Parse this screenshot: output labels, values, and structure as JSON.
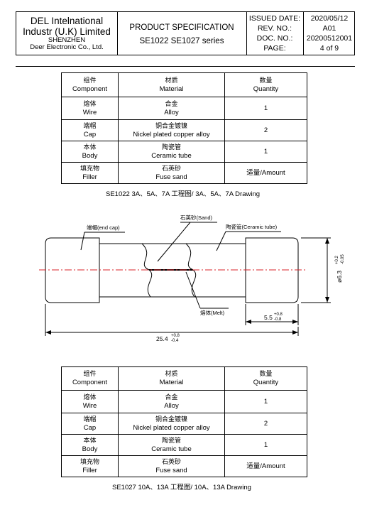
{
  "header": {
    "company_line1": "DEL Intelnational",
    "company_line2": "Industr (U.K) Limited",
    "company_city": "SHENZHEN",
    "company_sub": "Deer Electronic Co., Ltd.",
    "title": "PRODUCT SPECIFICATION",
    "series": "SE1022 SE1027 series",
    "labels": [
      "ISSUED DATE:",
      "REV. NO.:",
      "DOC. NO.:",
      "PAGE:"
    ],
    "values": [
      "2020/05/12",
      "A01",
      "20200512001",
      "4 of 9"
    ]
  },
  "table1": {
    "head": [
      {
        "cn": "组件",
        "en": "Component"
      },
      {
        "cn": "材质",
        "en": "Material"
      },
      {
        "cn": "数量",
        "en": "Quantity"
      }
    ],
    "rows": [
      {
        "comp_cn": "熔体",
        "comp_en": "Wire",
        "mat_cn": "合金",
        "mat_en": "Alloy",
        "qty": "1"
      },
      {
        "comp_cn": "端帽",
        "comp_en": "Cap",
        "mat_cn": "铜合金镀镍",
        "mat_en": "Nickel plated copper alloy",
        "qty": "2"
      },
      {
        "comp_cn": "本体",
        "comp_en": "Body",
        "mat_cn": "陶瓷管",
        "mat_en": "Ceramic tube",
        "qty": "1"
      },
      {
        "comp_cn": "填充物",
        "comp_en": "Filler",
        "mat_cn": "石英砂",
        "mat_en": "Fuse sand",
        "qty": "适量/Amount"
      }
    ],
    "caption": "SE1022    3A、5A、7A 工程图/ 3A、5A、7A   Drawing"
  },
  "drawing": {
    "label_sand": "石英砂(Sand)",
    "label_endcap": "端帽(end cap)",
    "label_ceramic": "陶瓷管(Ceramic tube)",
    "label_melt": "熔体(Melt)",
    "dim_diameter": "ø6.3",
    "dim_diameter_tol_plus": "+0.2",
    "dim_diameter_tol_minus": "-0.05",
    "dim_cap": "5.5",
    "dim_cap_tol_plus": "+0.8",
    "dim_cap_tol_minus": "-0.8",
    "dim_length": "25.4",
    "dim_length_tol_plus": "+0.8",
    "dim_length_tol_minus": "-0.4"
  },
  "table2": {
    "head": [
      {
        "cn": "组件",
        "en": "Component"
      },
      {
        "cn": "材质",
        "en": "Material"
      },
      {
        "cn": "数量",
        "en": "Quantity"
      }
    ],
    "rows": [
      {
        "comp_cn": "熔体",
        "comp_en": "Wire",
        "mat_cn": "合金",
        "mat_en": "Alloy",
        "qty": "1"
      },
      {
        "comp_cn": "端帽",
        "comp_en": "Cap",
        "mat_cn": "铜合金镀镍",
        "mat_en": "Nickel plated copper alloy",
        "qty": "2"
      },
      {
        "comp_cn": "本体",
        "comp_en": "Body",
        "mat_cn": "陶瓷管",
        "mat_en": "Ceramic tube",
        "qty": "1"
      },
      {
        "comp_cn": "填充物",
        "comp_en": "Filler",
        "mat_cn": "石英砂",
        "mat_en": "Fuse sand",
        "qty": "适量/Amount"
      }
    ],
    "caption": "SE1027      10A、13A 工程图/ 10A、13A   Drawing"
  },
  "colors": {
    "centerline": "#d8232a",
    "line": "#000000"
  }
}
